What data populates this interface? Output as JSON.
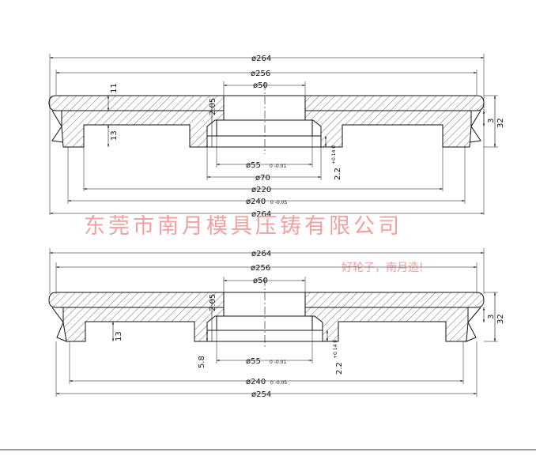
{
  "watermark": {
    "company": "东莞市南月模具压铸有限公司",
    "slogan": "好轮子，南月造!"
  },
  "view_top": {
    "d264_top": "ø264",
    "d256": "ø256",
    "d50": "ø50",
    "d55": "ø55",
    "d55_tol": "0 -0.01",
    "d70": "ø70",
    "d220": "ø220",
    "d240": "ø240",
    "d240_tol": "0 -0.05",
    "d264_bottom": "ø264",
    "h11": "11",
    "h13": "13",
    "h3": "3",
    "h32": "32",
    "r2_05": "2.05",
    "h2_2": "2.2",
    "h2_2_tol": "+0.14 0"
  },
  "view_bottom": {
    "d264": "ø264",
    "d256": "ø256",
    "d50": "ø50",
    "d55": "ø55",
    "d55_tol": "0 -0.01",
    "d240": "ø240",
    "d240_tol": "0 -0.05",
    "d254": "ø254",
    "h13": "13",
    "h5_8": "5.8",
    "h3": "3",
    "h32": "32",
    "r2_05": "2.05",
    "h2_2": "2.2",
    "h2_2_tol": "+0.14 0"
  }
}
